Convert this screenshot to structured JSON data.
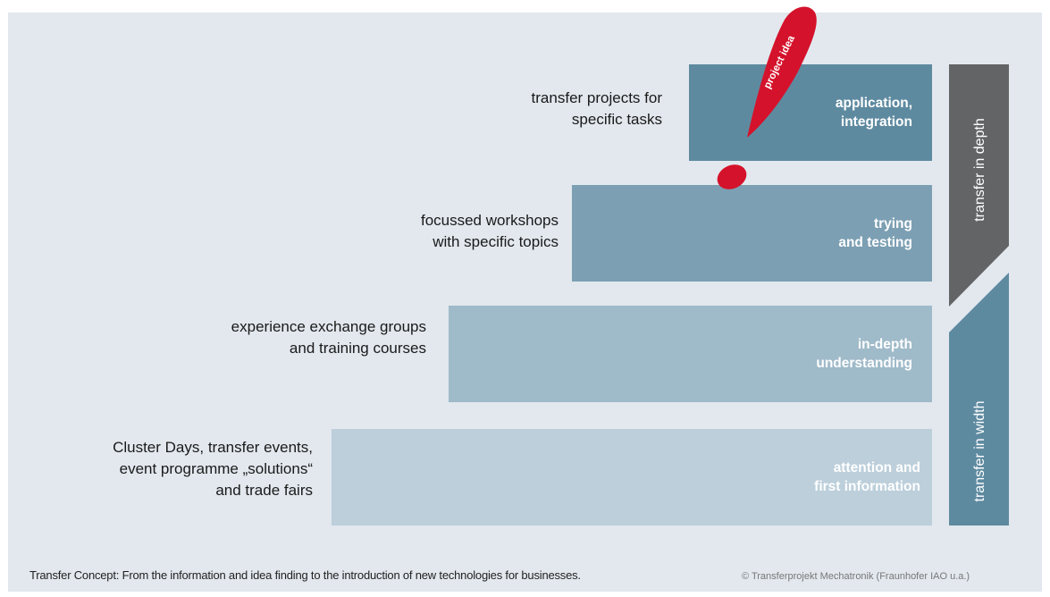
{
  "levels": [
    {
      "label": "application, integration",
      "label_lines": [
        "application,",
        "integration"
      ],
      "description_lines": [
        "transfer projects for",
        "specific tasks"
      ],
      "color": "#5e8aa0"
    },
    {
      "label": "trying and testing",
      "label_lines": [
        "trying",
        "and testing"
      ],
      "description_lines": [
        "focussed workshops",
        "with specific topics"
      ],
      "color": "#7c9fb3"
    },
    {
      "label": "in-depth understanding",
      "label_lines": [
        "in-depth",
        "understanding"
      ],
      "description_lines": [
        "experience exchange groups",
        "and training courses"
      ],
      "color": "#9fbac9"
    },
    {
      "label": "attention and first information",
      "label_lines": [
        "attention and",
        "first information"
      ],
      "description_lines": [
        "Cluster Days, transfer events,",
        "event programme „solutions“",
        "and trade fairs"
      ],
      "color": "#bccfdb"
    }
  ],
  "arrows": {
    "depth": {
      "label": "transfer in depth",
      "color": "#636466"
    },
    "width": {
      "label": "transfer in width",
      "color": "#5e8aa0"
    }
  },
  "idea": {
    "label": "project idea",
    "color": "#d5122b"
  },
  "caption": "Transfer Concept: From the information and idea finding  to the introduction of new technologies  for businesses.",
  "copyright": "© Transferprojekt Mechatronik (Fraunhofer IAO u.a.)",
  "colors": {
    "background": "#e2e8ee"
  }
}
